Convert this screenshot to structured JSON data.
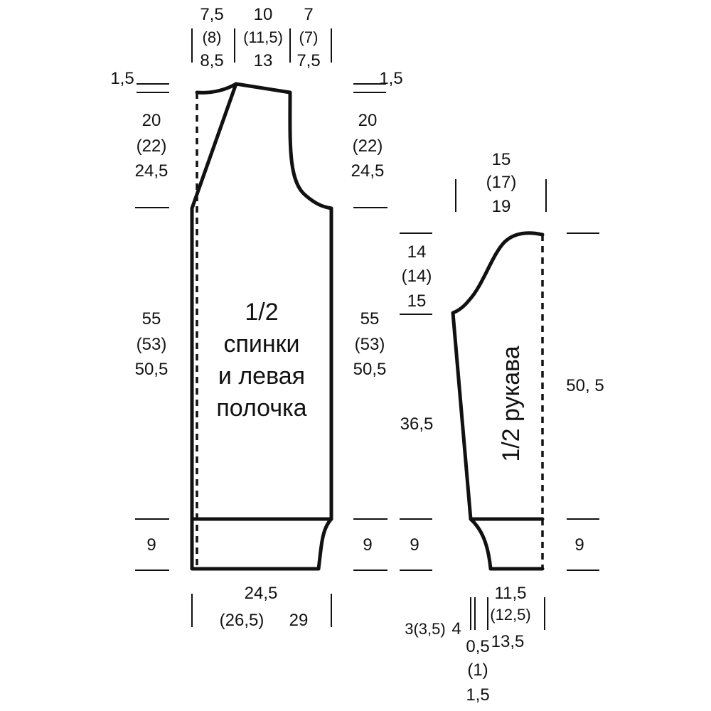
{
  "body": {
    "title": [
      "1/2",
      "спинки",
      "и левая",
      "полочка"
    ],
    "top_widths": {
      "left": [
        "7,5",
        "(8)",
        "8,5"
      ],
      "center": [
        "10",
        "(11,5)",
        "13"
      ],
      "right": [
        "7",
        "(7)",
        "7,5"
      ]
    },
    "shoulder_drop_left": "1,5",
    "shoulder_drop_right": "1,5",
    "armhole_left": [
      "20",
      "(22)",
      "24,5"
    ],
    "armhole_right": [
      "20",
      "(22)",
      "24,5"
    ],
    "length_left": [
      "55",
      "(53)",
      "50,5"
    ],
    "length_right": [
      "55",
      "(53)",
      "50,5"
    ],
    "rib_left": "9",
    "rib_right": "9",
    "bottom_width": [
      "24,5",
      "(26,5)",
      "29"
    ]
  },
  "sleeve": {
    "title": "1/2 рукава",
    "top_width": [
      "15",
      "(17)",
      "19"
    ],
    "cap_height": [
      "14",
      "(14)",
      "15"
    ],
    "side_length": "36,5",
    "total_length": "50, 5",
    "rib_left": "9",
    "rib_right": "9",
    "bottom_width": [
      "11,5",
      "(12,5)",
      "13,5"
    ],
    "bottom_left": [
      "3(3,5)",
      "4"
    ],
    "bottom_small": [
      "0,5",
      "(1)",
      "1,5"
    ]
  }
}
